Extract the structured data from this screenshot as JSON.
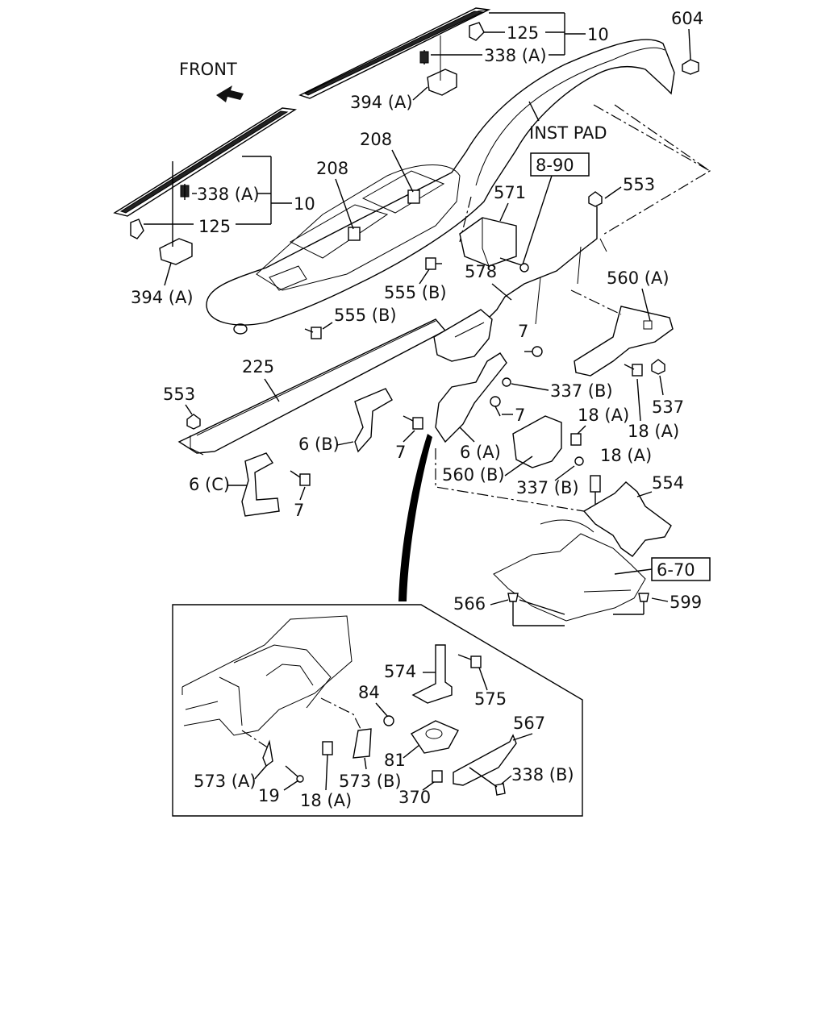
{
  "front_label": "FRONT",
  "inst_pad_label": "INST PAD",
  "ref_boxes": [
    "8-90",
    "6-70"
  ],
  "labels": {
    "l10_top": "10",
    "l125_top": "125",
    "l338a_top": "338 (A)",
    "l394a_top": "394 (A)",
    "l604": "604",
    "l208_a": "208",
    "l208_b": "208",
    "l338a_left": "338 (A)",
    "l10_left": "10",
    "l125_left": "125",
    "l394a_left": "394 (A)",
    "l571": "571",
    "l553_right": "553",
    "l578": "578",
    "l560a": "560 (A)",
    "l555b_a": "555 (B)",
    "l555b_b": "555 (B)",
    "l7_a": "7",
    "l225": "225",
    "l337b_a": "337 (B)",
    "l537": "537",
    "l553_left": "553",
    "l7_b": "7",
    "l18a_a": "18 (A)",
    "l18a_b": "18 (A)",
    "l6b": "6 (B)",
    "l6a": "6 (A)",
    "l7_c": "7",
    "l18a_c": "18 (A)",
    "l560b": "560 (B)",
    "l6c": "6 (C)",
    "l554": "554",
    "l337b_b": "337 (B)",
    "l7_d": "7",
    "l566": "566",
    "l599": "599",
    "l574": "574",
    "l575": "575",
    "l84": "84",
    "l567": "567",
    "l81": "81",
    "l338b": "338 (B)",
    "l573a": "573 (A)",
    "l573b": "573 (B)",
    "l19": "19",
    "l18a_d": "18 (A)",
    "l370": "370"
  }
}
